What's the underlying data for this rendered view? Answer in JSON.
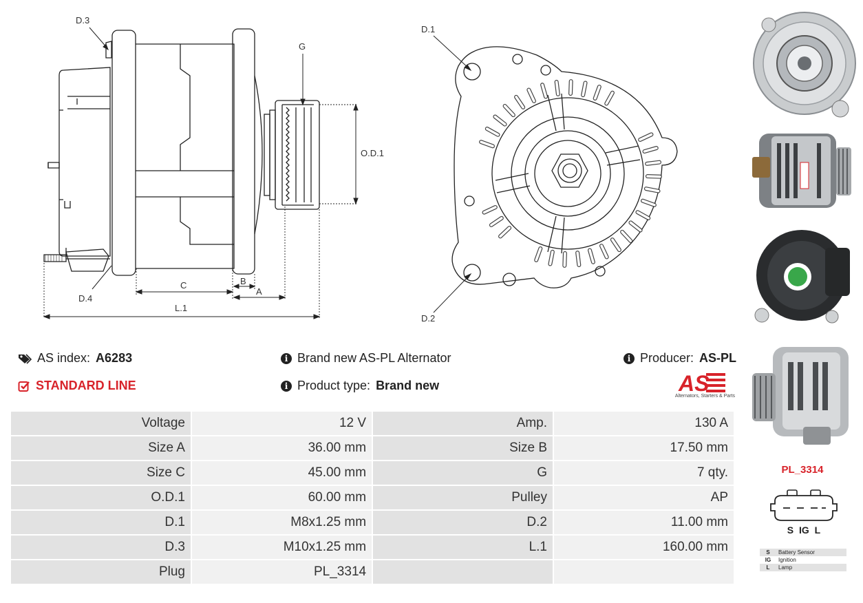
{
  "drawing": {
    "labels": {
      "d3": "D.3",
      "g": "G",
      "od1": "O.D.1",
      "b": "B",
      "c": "C",
      "a": "A",
      "l1": "L.1",
      "d4": "D.4",
      "d1": "D.1",
      "d2": "D.2"
    }
  },
  "info": {
    "index_label": "AS index:",
    "index_value": "A6283",
    "line_label": "STANDARD LINE",
    "title": "Brand new AS-PL Alternator",
    "type_label": "Product type:",
    "type_value": "Brand new",
    "producer_label": "Producer:",
    "producer_value": "AS-PL",
    "logo_text": "AS",
    "logo_tagline": "Alternators, Starters & Parts"
  },
  "specs": [
    [
      "Voltage",
      "12 V",
      "Amp.",
      "130 A"
    ],
    [
      "Size A",
      "36.00 mm",
      "Size B",
      "17.50 mm"
    ],
    [
      "Size C",
      "45.00 mm",
      "G",
      "7 qty."
    ],
    [
      "O.D.1",
      "60.00 mm",
      "Pulley",
      "AP"
    ],
    [
      "D.1",
      "M8x1.25 mm",
      "D.2",
      "11.00 mm"
    ],
    [
      "D.3",
      "M10x1.25 mm",
      "L.1",
      "160.00 mm"
    ],
    [
      "Plug",
      "PL_3314",
      "",
      ""
    ]
  ],
  "plug": {
    "code": "PL_3314",
    "pins": "S IG L",
    "legend": [
      {
        "key": "S",
        "desc": "Battery Sensor"
      },
      {
        "key": "IG",
        "desc": "Ignition"
      },
      {
        "key": "L",
        "desc": "Lamp"
      },
      {
        "key": "",
        "desc": ""
      }
    ]
  },
  "colors": {
    "accent": "#d8232a",
    "label_bg": "#e2e2e2",
    "value_bg": "#f1f1f1"
  }
}
